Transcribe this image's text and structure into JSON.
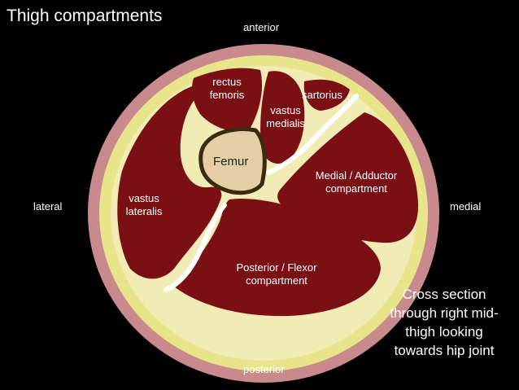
{
  "title": "Thigh compartments",
  "orientation": {
    "anterior": "anterior",
    "posterior": "posterior",
    "lateral": "lateral",
    "medial": "medial"
  },
  "structures": {
    "rectus_femoris": "rectus\nfemoris",
    "vastus_medialis": "vastus\nmedialis",
    "sartorius": "sartorius",
    "vastus_lateralis": "vastus\nlateralis",
    "femur": "Femur",
    "medial_compartment": "Medial / Adductor\ncompartment",
    "posterior_compartment": "Posterior / Flexor\ncompartment"
  },
  "note": "Cross section\nthrough right mid-\nthigh looking\ntowards hip joint",
  "colors": {
    "background": "#000000",
    "skin": "#c98a8e",
    "fat": "#e8e48a",
    "muscle": "#7a0f14",
    "bone": "#e3cfa3",
    "bone_border": "#3a2a12",
    "septum": "#ffffff"
  }
}
